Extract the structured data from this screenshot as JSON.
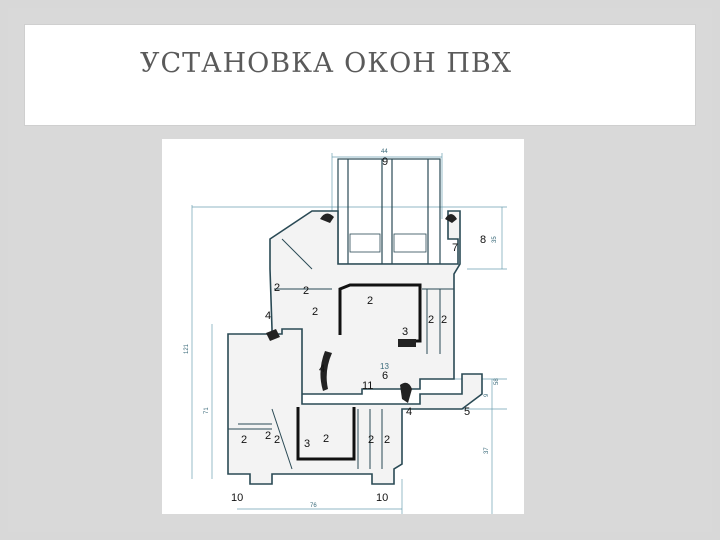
{
  "slide": {
    "title": "УСТАНОВКА ОКОН ПВХ"
  },
  "diagram": {
    "part_labels": [
      "9",
      "8",
      "7",
      "2",
      "2",
      "2",
      "4",
      "2",
      "3",
      "2",
      "2",
      "4",
      "13",
      "6",
      "11",
      "4",
      "5",
      "2",
      "2",
      "2",
      "3",
      "2",
      "2",
      "2",
      "10",
      "10"
    ],
    "dimensions": [
      "44",
      "35",
      "121",
      "58",
      "9",
      "71",
      "37",
      "76"
    ]
  }
}
